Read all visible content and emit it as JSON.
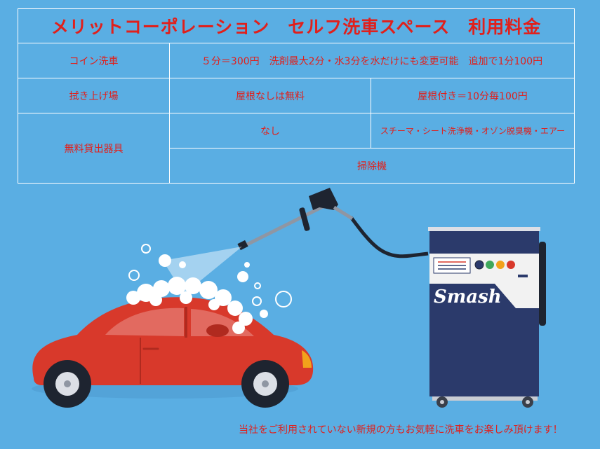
{
  "table": {
    "title": "メリットコーポレーション　セルフ洗車スペース　利用料金",
    "coin_wash": {
      "label": "コイン洗車",
      "detail": "５分＝300円　洗剤最大2分・水3分を水だけにも変更可能　追加で1分100円"
    },
    "wipe_area": {
      "label": "拭き上げ場",
      "no_roof": "屋根なしは無料",
      "with_roof": "屋根付き＝10分毎100円"
    },
    "free_rental": {
      "label": "無料貸出器具",
      "none": "なし",
      "equipment": "スチーマ・シート洗浄機・オゾン脱臭機・エアー",
      "cleaner": "掃除機"
    }
  },
  "illustration": {
    "machine_brand": "Smash"
  },
  "footer_note": "当社をご利用されていない新規の方もお気軽に洗車をお楽しみ頂けます！",
  "colors": {
    "background": "#5aaee3",
    "text_red": "#e0201c",
    "table_border": "#ffffff",
    "car_red": "#d8392b",
    "machine_navy": "#2b3a6b"
  }
}
